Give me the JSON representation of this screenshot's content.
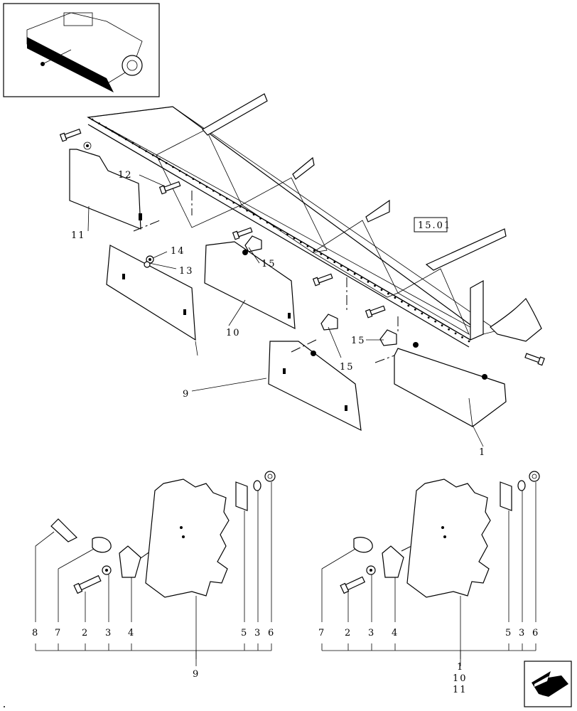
{
  "reference": "15.01",
  "callouts": {
    "top": {
      "c1": "1",
      "c9": "9",
      "c10": "10",
      "c11": "11",
      "c12": "12",
      "c13": "13",
      "c14": "14",
      "c15a": "15",
      "c15b": "15",
      "c15c": "15"
    },
    "left_detail": {
      "labels": [
        "8",
        "7",
        "2",
        "3",
        "4",
        "5",
        "3",
        "6"
      ],
      "panel": "9"
    },
    "right_detail": {
      "labels": [
        "7",
        "2",
        "3",
        "4",
        "5",
        "3",
        "6"
      ],
      "panel_lines": [
        "1",
        "10",
        "11"
      ]
    }
  },
  "icons": [
    "machine-thumbnail-icon",
    "next-page-arrow-icon"
  ]
}
